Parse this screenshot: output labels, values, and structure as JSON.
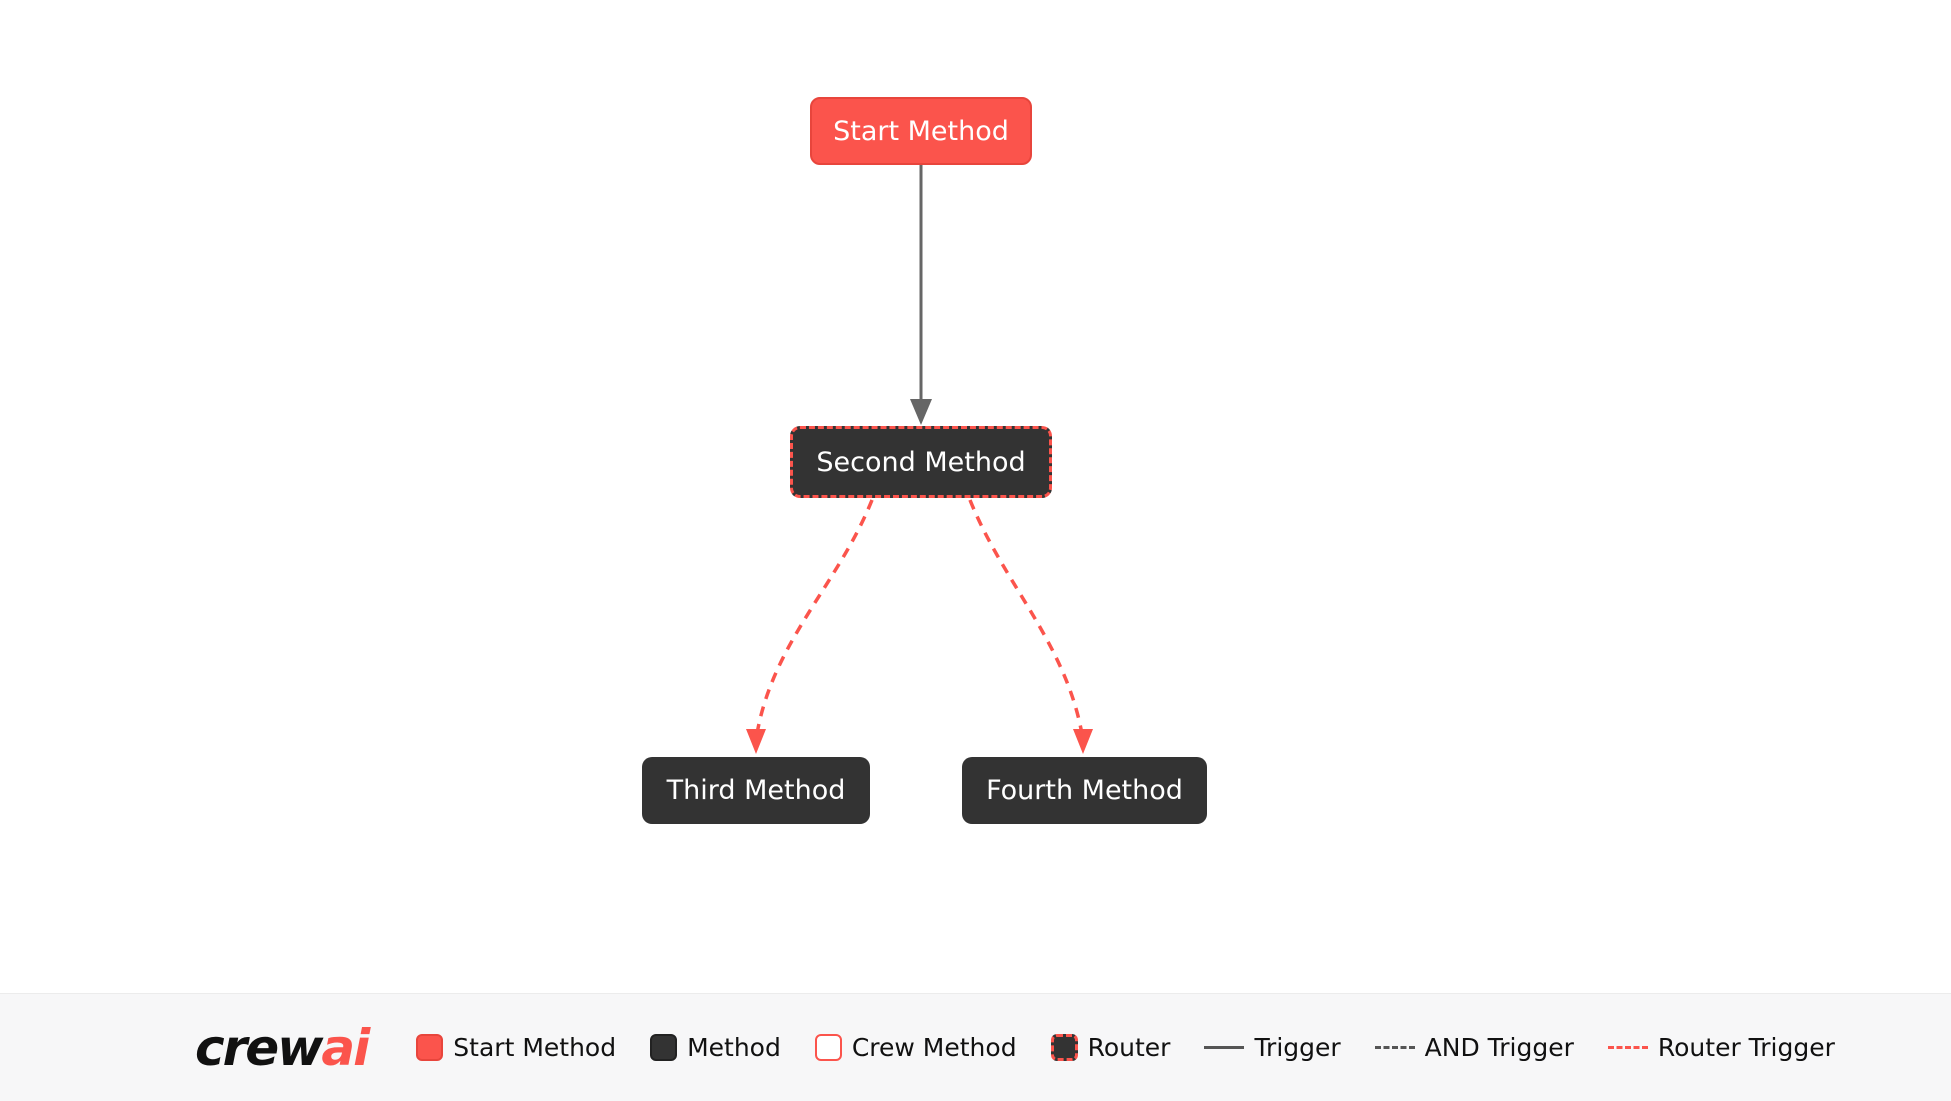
{
  "diagram": {
    "nodes": [
      {
        "id": "start",
        "label": "Start Method",
        "type": "start-method"
      },
      {
        "id": "second",
        "label": "Second Method",
        "type": "router"
      },
      {
        "id": "third",
        "label": "Third Method",
        "type": "method"
      },
      {
        "id": "fourth",
        "label": "Fourth Method",
        "type": "method"
      }
    ],
    "edges": [
      {
        "from": "start",
        "to": "second",
        "type": "trigger"
      },
      {
        "from": "second",
        "to": "third",
        "type": "router-trigger"
      },
      {
        "from": "second",
        "to": "fourth",
        "type": "router-trigger"
      }
    ]
  },
  "legend": {
    "logo": {
      "crew": "crew",
      "ai": "ai"
    },
    "items": [
      {
        "label": "Start Method",
        "swatch": "start-method-swatch"
      },
      {
        "label": "Method",
        "swatch": "method-swatch"
      },
      {
        "label": "Crew Method",
        "swatch": "crew-method-swatch"
      },
      {
        "label": "Router",
        "swatch": "router-swatch"
      },
      {
        "label": "Trigger",
        "swatch": "trigger-line"
      },
      {
        "label": "AND Trigger",
        "swatch": "and-trigger-line"
      },
      {
        "label": "Router Trigger",
        "swatch": "router-trigger-line"
      }
    ]
  },
  "colors": {
    "accent": "#FB544C",
    "method_node": "#333333",
    "trigger_line": "#666666",
    "legend_background": "#f7f7f8",
    "background": "#ffffff"
  }
}
